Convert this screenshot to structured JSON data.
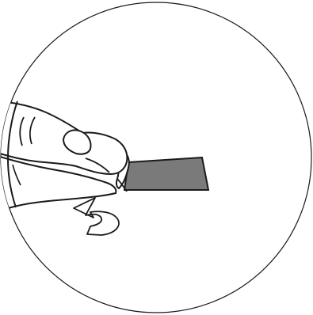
{
  "diagram": {
    "background_color": "#ffffff",
    "line_color": "#1a1a1a",
    "strip_fill_color": "#7a7a7a",
    "icons": {
      "frame": "circle-frame",
      "hand": "fingers-icon",
      "strip": "peel-strip",
      "arrow": "curved-arrow-icon"
    },
    "strip_state": "peeling",
    "arrow_direction": "counterclockwise"
  }
}
